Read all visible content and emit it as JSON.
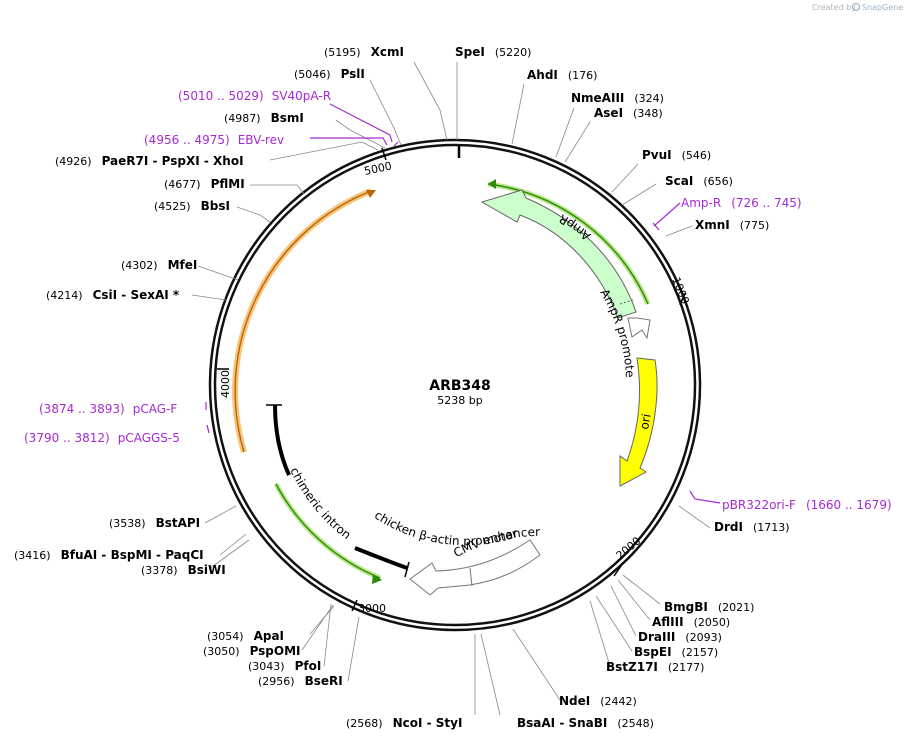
{
  "credit": {
    "created_by": "Created by",
    "brand": "SnapGene"
  },
  "plasmid": {
    "name": "ARB348",
    "length_label": "5238 bp"
  },
  "tick_labels": [
    "1000",
    "2000",
    "3000",
    "4000",
    "5000"
  ],
  "sites": [
    {
      "pos": "(5195)",
      "text": "XcmI"
    },
    {
      "pos": "(5220)",
      "text": "SpeI"
    },
    {
      "pos": "(176)",
      "text": "AhdI"
    },
    {
      "pos": "(5046)",
      "text": "PslI"
    },
    {
      "pos": "(324)",
      "text": "NmeAIII"
    },
    {
      "pos": "(348)",
      "text": "AseI"
    },
    {
      "pos": "(4987)",
      "text": "BsmI"
    },
    {
      "pos": "(546)",
      "text": "PvuI"
    },
    {
      "pos": "(4926)",
      "text": "PaeR7I  -  PspXI  -  XhoI"
    },
    {
      "pos": "(656)",
      "text": "ScaI"
    },
    {
      "pos": "(4677)",
      "text": "PflMI"
    },
    {
      "pos": "(775)",
      "text": "XmnI"
    },
    {
      "pos": "(4525)",
      "text": "BbsI"
    },
    {
      "pos": "(4302)",
      "text": "MfeI"
    },
    {
      "pos": "(4214)",
      "text": "CsiI  -  SexAI *"
    },
    {
      "pos": "(1713)",
      "text": "DrdI"
    },
    {
      "pos": "(3538)",
      "text": "BstAPI"
    },
    {
      "pos": "(3416)",
      "text": "BfuAI  -  BspMI  -  PaqCI"
    },
    {
      "pos": "(3378)",
      "text": "BsiWI"
    },
    {
      "pos": "(2021)",
      "text": "BmgBI"
    },
    {
      "pos": "(2050)",
      "text": "AflIII"
    },
    {
      "pos": "(2093)",
      "text": "DraIII"
    },
    {
      "pos": "(2157)",
      "text": "BspEI"
    },
    {
      "pos": "(2177)",
      "text": "BstZ17I"
    },
    {
      "pos": "(3054)",
      "text": "ApaI"
    },
    {
      "pos": "(3050)",
      "text": "PspOMI"
    },
    {
      "pos": "(3043)",
      "text": "PfoI"
    },
    {
      "pos": "(2956)",
      "text": "BseRI"
    },
    {
      "pos": "(2442)",
      "text": "NdeI"
    },
    {
      "pos": "(2568)",
      "text": "NcoI  -  StyI"
    },
    {
      "pos": "(2548)",
      "text": "BsaAI  -  SnaBI"
    }
  ],
  "primers": [
    {
      "range": "(5010 .. 5029)",
      "name": "SV40pA-R"
    },
    {
      "range": "(4956 .. 4975)",
      "name": "EBV-rev"
    },
    {
      "range": "(726 .. 745)",
      "name": "Amp-R"
    },
    {
      "range": "(3874 .. 3893)",
      "name": "pCAG-F"
    },
    {
      "range": "(3790 .. 3812)",
      "name": "pCAGGS-5"
    },
    {
      "range": "(1660 .. 1679)",
      "name": "pBR322ori-F"
    }
  ],
  "features": {
    "ampr": "AmpR",
    "ampr_promoter": "AmpR promoter",
    "ori": "ori",
    "cmv_enhancer": "CMV enhancer",
    "actin_promoter": "chicken β-actin promoter",
    "chimeric_intron": "chimeric intron"
  },
  "colors": {
    "ampr_fill": "#ccffcc",
    "ori_fill": "#ffff00",
    "primer": "#a52ad6",
    "orf_highlight": "#f7c478",
    "green_highlight": "#b8e68c"
  }
}
